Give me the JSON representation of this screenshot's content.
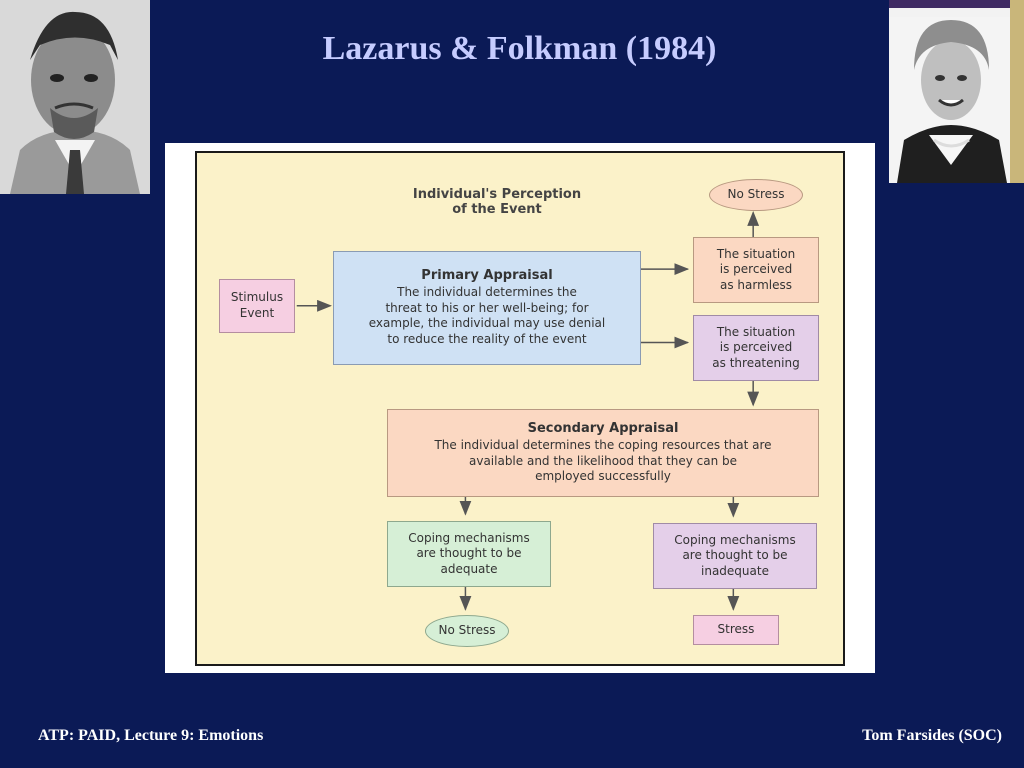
{
  "slide": {
    "title": "Lazarus & Folkman (1984)",
    "footer_left": "ATP: PAID, Lecture 9: Emotions",
    "footer_right": "Tom Farsides (SOC)"
  },
  "diagram": {
    "heading": [
      "Individual's Perception",
      "of the Event"
    ],
    "stimulus": [
      "Stimulus",
      "Event"
    ],
    "primary": {
      "title": "Primary Appraisal",
      "lines": [
        "The individual determines the",
        "threat to his or her well-being;  for",
        "example, the individual may use denial",
        "to reduce the reality of the event"
      ]
    },
    "no_stress_top": "No Stress",
    "harmless": [
      "The situation",
      "is perceived",
      "as harmless"
    ],
    "threatening": [
      "The situation",
      "is perceived",
      "as threatening"
    ],
    "secondary": {
      "title": "Secondary Appraisal",
      "lines": [
        "The individual determines the coping resources that are",
        "available and the likelihood that they can be",
        "employed successfully"
      ]
    },
    "adequate": [
      "Coping mechanisms",
      "are thought to be",
      "adequate"
    ],
    "inadequate": [
      "Coping mechanisms",
      "are thought to be",
      "inadequate"
    ],
    "no_stress_bottom": "No Stress",
    "stress": "Stress"
  },
  "colors": {
    "background": "#0b1a56",
    "title": "#c6ccff",
    "figure_bg": "#fbf2c9",
    "primary_box": "#cfe1f4",
    "stimulus_box": "#f6cfe2",
    "harmless_box": "#fbd8c2",
    "threatening_box": "#e4cfe9",
    "adequate_box": "#d6efd6"
  },
  "icons": {
    "left_photo": "man-portrait",
    "right_photo": "woman-portrait"
  }
}
